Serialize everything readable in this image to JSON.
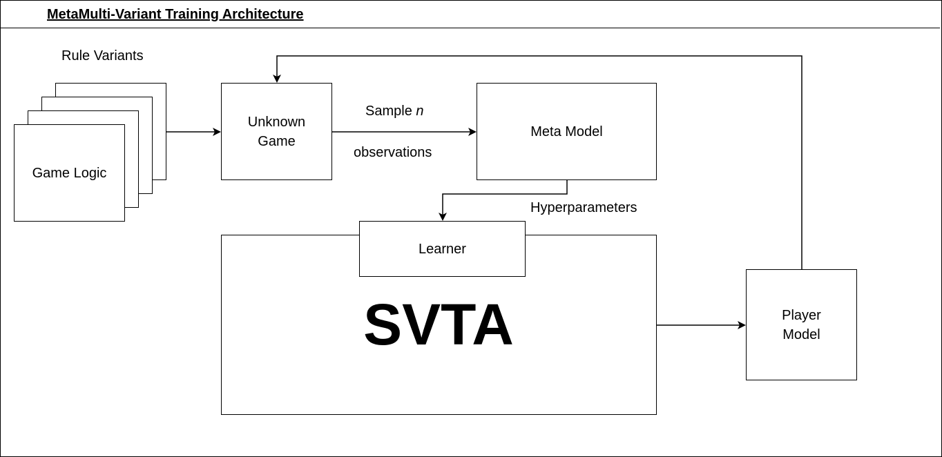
{
  "diagram": {
    "title": "MetaMulti-Variant Training Architecture",
    "rule_variants_label": "Rule Variants",
    "nodes": {
      "game_logic": "Game Logic",
      "unknown_game": "Unknown Game",
      "meta_model": "Meta Model",
      "learner": "Learner",
      "svta": "SVTA",
      "player_model": "Player Model"
    },
    "edges": {
      "sample_label": "Sample",
      "sample_var": "n",
      "observations_label": "observations",
      "hyperparameters_label": "Hyperparameters"
    }
  }
}
